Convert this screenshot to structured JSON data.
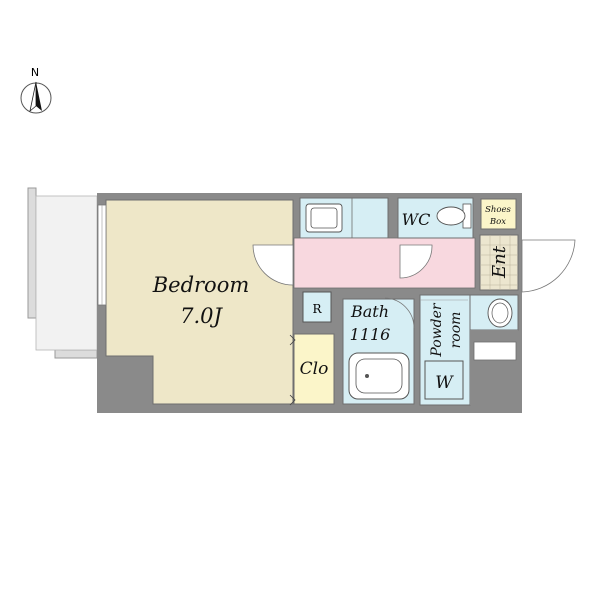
{
  "compass": {
    "label": "N",
    "icon": "north-arrow-icon"
  },
  "rooms": {
    "bedroom": {
      "name": "Bedroom",
      "size": "7.0J"
    },
    "closet": {
      "name": "Clo"
    },
    "refrigerator": {
      "name": "R"
    },
    "bath": {
      "name": "Bath",
      "size": "1116"
    },
    "wc": {
      "name": "WC"
    },
    "shoes_box": {
      "line1": "Shoes",
      "line2": "Box"
    },
    "entrance": {
      "name": "Ent"
    },
    "powder_room": {
      "line1": "Powder",
      "line2": "room"
    },
    "washer": {
      "name": "W"
    }
  },
  "colors": {
    "wall": "#8a8a8a",
    "bedroom_floor": "#eee7c8",
    "corridor_floor": "#f8d8df",
    "wet_area": "#d6eef4",
    "closet_floor": "#fbf5c9",
    "entrance_tile": "#ece6cf",
    "balcony": "#f2f2f2"
  }
}
